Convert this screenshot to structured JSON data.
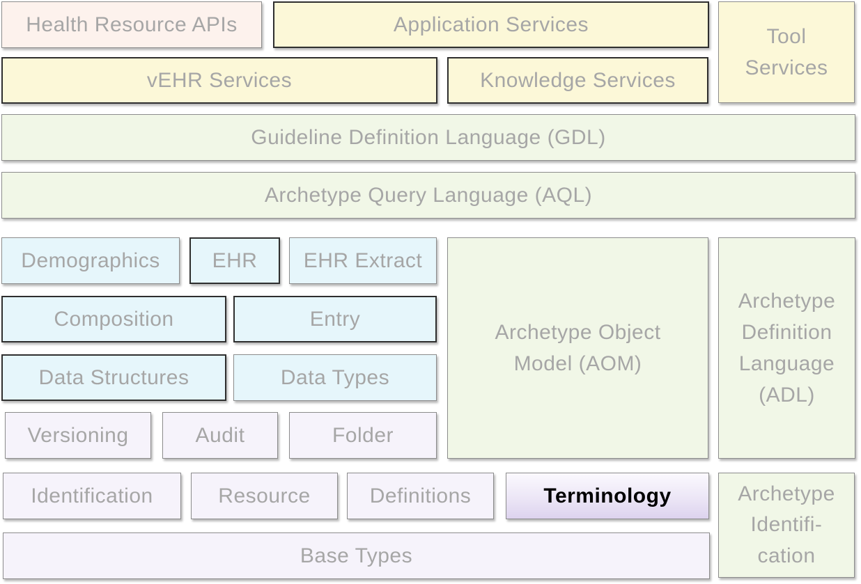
{
  "blocks": {
    "health_resource_apis": "Health Resource APIs",
    "application_services": "Application Services",
    "tool_services_1": "Tool",
    "tool_services_2": "Services",
    "vehr_services": "vEHR Services",
    "knowledge_services": "Knowledge Services",
    "gdl": "Guideline Definition Language (GDL)",
    "aql": "Archetype Query Language (AQL)",
    "demographics": "Demographics",
    "ehr": "EHR",
    "ehr_extract": "EHR Extract",
    "composition": "Composition",
    "entry": "Entry",
    "data_structures": "Data Structures",
    "data_types": "Data Types",
    "versioning": "Versioning",
    "audit": "Audit",
    "folder": "Folder",
    "aom_1": "Archetype Object",
    "aom_2": "Model (AOM)",
    "adl_1": "Archetype",
    "adl_2": "Definition",
    "adl_3": "Language",
    "adl_4": "(ADL)",
    "identification": "Identification",
    "resource": "Resource",
    "definitions": "Definitions",
    "terminology": "Terminology",
    "base_types": "Base Types",
    "archetype_id_1": "Archetype",
    "archetype_id_2": "Identifi-",
    "archetype_id_3": "cation"
  },
  "colors": {
    "salmon": "#fdf2ed",
    "yellow": "#fcf8d8",
    "green": "#f1f7e7",
    "blue": "#e6f6fb",
    "lavender": "#f6f3fb",
    "text": "#a6a6a6",
    "highlight_text": "#000000"
  }
}
